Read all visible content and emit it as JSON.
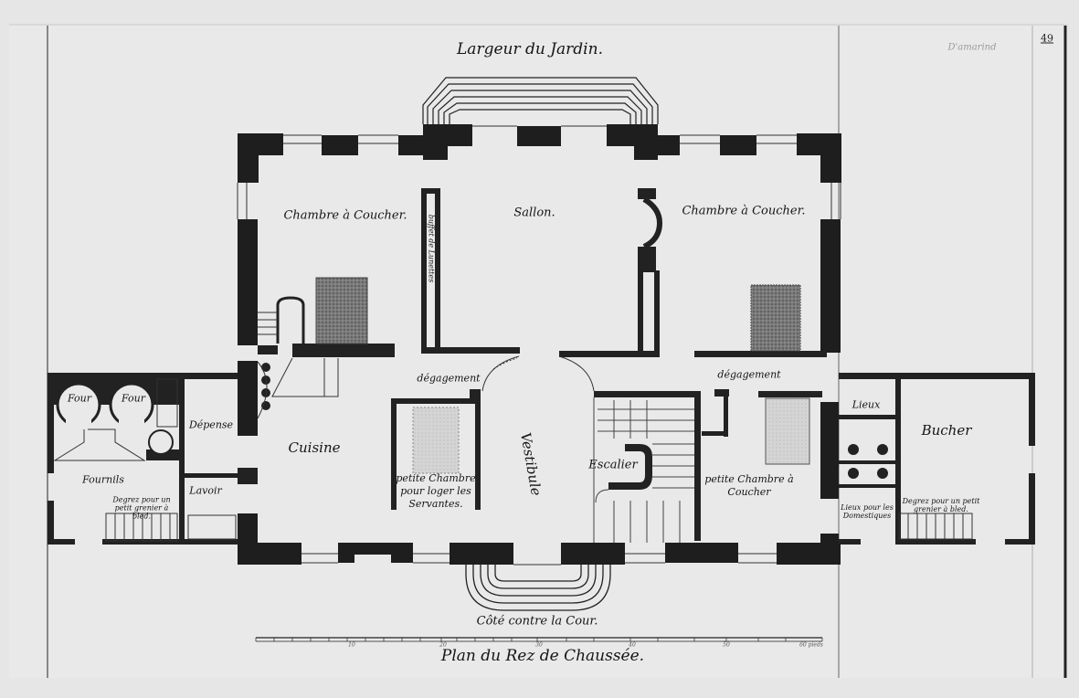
{
  "page_number": "49",
  "pencil_note": "D'amarind",
  "top_title": "Largeur du Jardin.",
  "bottom_court": "Côté contre la Cour.",
  "plan_title": "Plan du Rez de Chaussée.",
  "scale": {
    "ticks": [
      "10",
      "20",
      "30",
      "40",
      "50",
      "60 pieds"
    ]
  },
  "rooms": {
    "bedroom_left": "Chambre à Coucher.",
    "salon": "Sallon.",
    "bedroom_right": "Chambre à Coucher.",
    "buffet": "buffet de Lunettes",
    "kitchen": "Cuisine",
    "degagement_left": "dégagement",
    "degagement_right": "dégagement",
    "vestibule": "Vestibule",
    "stair": "Escalier",
    "servants_room": "petite Chambre pour loger les Servantes.",
    "small_bedroom": "petite Chambre à Coucher",
    "four_1": "Four",
    "four_2": "Four",
    "depense": "Dépense",
    "lavoir": "Lavoir",
    "fournils": "Fournils",
    "attic_left": "Degrez pour un petit grenier à bled.",
    "lieux": "Lieux",
    "bucher": "Bucher",
    "lieux_dom": "Lieux pour les Domestiques",
    "attic_right": "Degrez pour un petit grenier à bled."
  }
}
